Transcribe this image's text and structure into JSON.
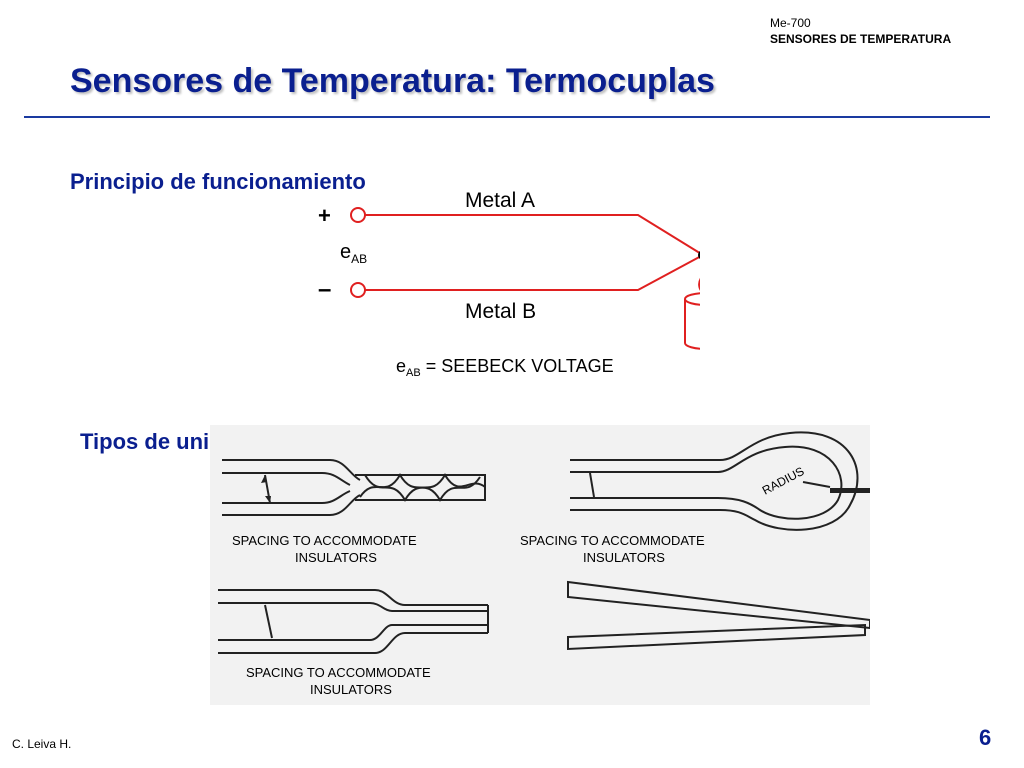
{
  "header": {
    "course_code": "Me-700",
    "course_subject": "SENSORES DE TEMPERATURA"
  },
  "title": "Sensores de Temperatura: Termocuplas",
  "sections": {
    "principle": "Principio de funcionamiento",
    "junctions": "Tipos de unión"
  },
  "seebeck_diagram": {
    "metal_a": "Metal A",
    "metal_b": "Metal B",
    "plus": "+",
    "minus": "–",
    "e": "e",
    "ab": "AB",
    "equation_rest": " = SEEBECK VOLTAGE",
    "wire_color": "#e02020"
  },
  "junction_diagram": {
    "spacing_line1": "SPACING TO ACCOMMODATE",
    "spacing_line2": "INSULATORS",
    "radius": "RADIUS"
  },
  "footer": {
    "author": "C. Leiva H.",
    "page": "6"
  },
  "colors": {
    "title_blue": "#0a1f8f",
    "rule_blue": "#1a3aa0"
  }
}
